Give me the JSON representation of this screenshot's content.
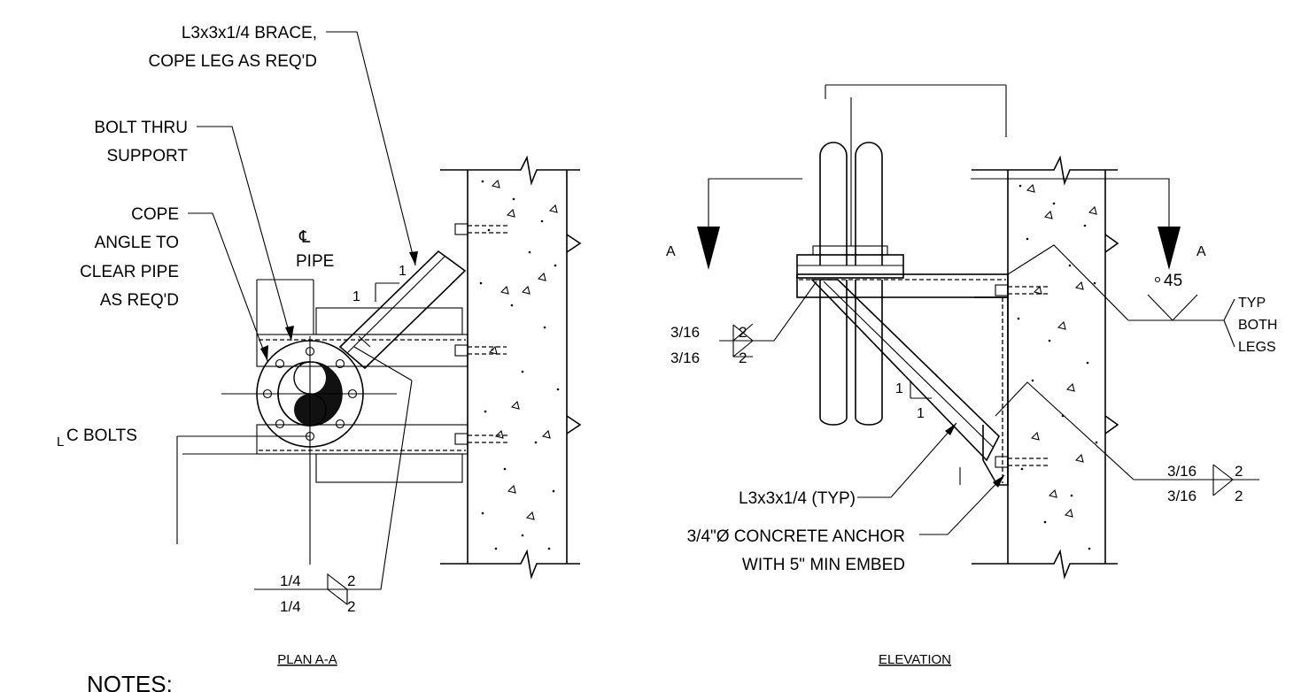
{
  "plan": {
    "brace_line1": "L3x3x1/4 BRACE,",
    "brace_line2": "COPE LEG AS REQ'D",
    "bolt_line1": "BOLT THRU",
    "bolt_line2": "SUPPORT",
    "cope_line1": "COPE",
    "cope_line2": "ANGLE TO",
    "cope_line3": "CLEAR PIPE",
    "cope_line4": "AS REQ'D",
    "cl_pipe_symbol": "℄",
    "cl_pipe_text": "PIPE",
    "cl_bolts_prefix": "L",
    "cl_bolts_text": "C BOLTS",
    "slope_rise": "1",
    "slope_run": "1",
    "weld_top": "1/4",
    "weld_bottom": "1/4",
    "weld_len_top": "2",
    "weld_len_bottom": "2",
    "title": "PLAN A-A"
  },
  "elevation": {
    "section_left": "A",
    "section_right": "A",
    "bevel": "45",
    "typ_line1": "TYP",
    "typ_line2": "BOTH",
    "typ_line3": "LEGS",
    "weld_left_top": "3/16",
    "weld_left_bottom": "3/16",
    "weld_left_len_top": "2",
    "weld_left_len_bottom": "2",
    "weld_right_top": "3/16",
    "weld_right_bottom": "3/16",
    "weld_right_len_top": "2",
    "weld_right_len_bottom": "2",
    "slope_rise": "1",
    "slope_run": "1",
    "angle_label": "L3x3x1/4 (TYP)",
    "anchor_line1": "3/4\"Ø CONCRETE ANCHOR",
    "anchor_line2": "WITH 5\" MIN EMBED",
    "title": "ELEVATION"
  },
  "notes_heading": "NOTES:"
}
